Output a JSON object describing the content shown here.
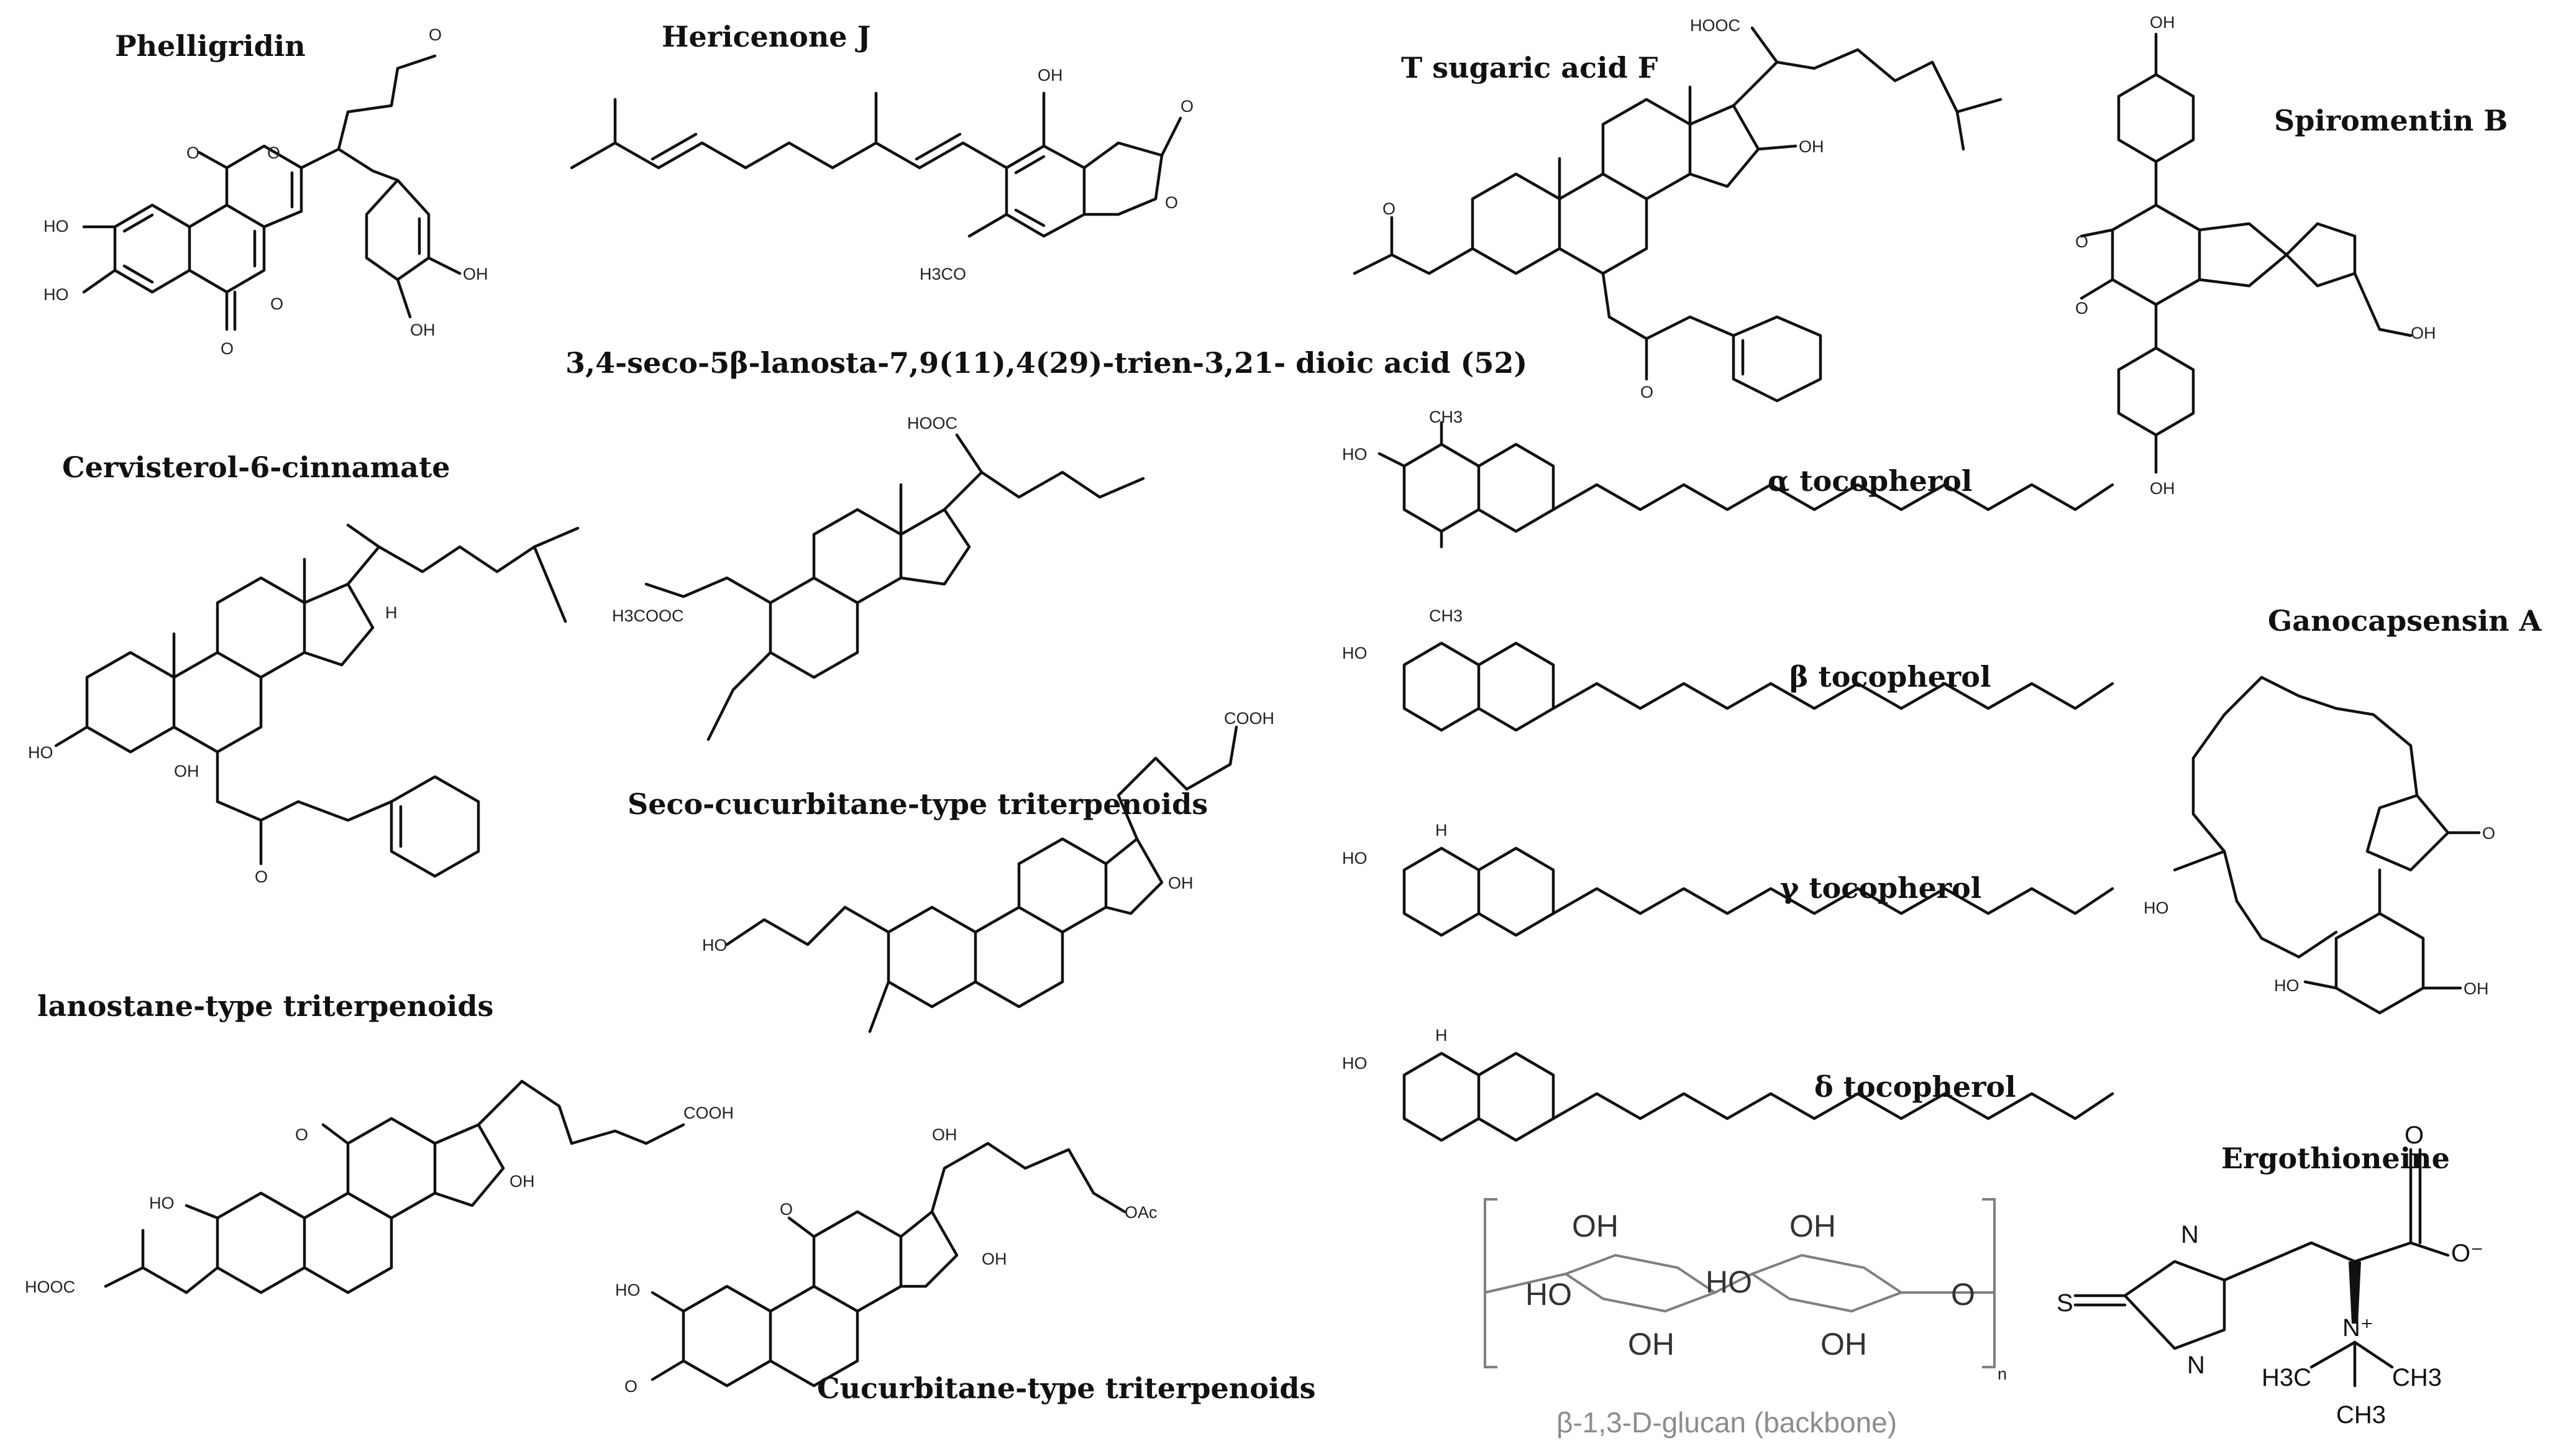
{
  "titles": {
    "phelligridin": "Phelligridin",
    "hericenone_j": "Hericenone J",
    "tsugaric_acid_f": "T sugaric acid F",
    "spiromentin_b": "Spiromentin B",
    "seco_lanosta": "3,4-seco-5β-lanosta-7,9(11),4(29)-trien-3,21- dioic acid (52)",
    "cervisterol": "Cervisterol-6-cinnamate",
    "alpha_tocopherol": "α tocopherol",
    "beta_tocopherol": "β tocopherol",
    "gamma_tocopherol": "γ tocopherol",
    "delta_tocopherol": "δ tocopherol",
    "ganocapsensin_a": "Ganocapsensin A",
    "seco_cucurbitane": "Seco-cucurbitane-type triterpenoids",
    "lanostane": "lanostane-type triterpenoids",
    "cucurbitane": "Cucurbitane-type triterpenoids",
    "ergothioneine": "Ergothioneine",
    "glucan": "β-1,3-D-glucan (backbone)"
  },
  "atoms": {
    "oh": "OH",
    "ho": "HO",
    "o": "O",
    "h": "H",
    "s": "S",
    "n": "N",
    "cooh": "COOH",
    "hooc": "HOOC",
    "h3co": "H3CO",
    "h3cooc": "H3COOC",
    "oac": "OAc",
    "ch3": "CH3",
    "h3c": "H3C",
    "o_minus": "O⁻",
    "n_plus": "N⁺",
    "n_sub": "n"
  }
}
